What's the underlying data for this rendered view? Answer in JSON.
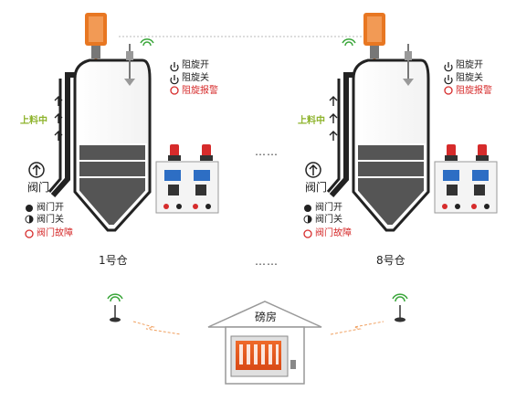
{
  "silos": [
    {
      "name": "1号仓",
      "feeding": "上料中",
      "valve": "阀门",
      "valve_open": "阀门开",
      "valve_close": "阀门关",
      "valve_fault": "阀门故障",
      "rotary_open": "阻旋开",
      "rotary_close": "阻旋关",
      "rotary_alarm": "阻旋报警"
    },
    {
      "name": "8号仓",
      "feeding": "上料中",
      "valve": "阀门",
      "valve_open": "阀门开",
      "valve_close": "阀门关",
      "valve_fault": "阀门故障",
      "rotary_open": "阻旋开",
      "rotary_close": "阻旋关",
      "rotary_alarm": "阻旋报警"
    }
  ],
  "ellipsis": "……",
  "weighhouse": "磅房",
  "colors": {
    "accent_orange": "#e87722",
    "alarm_red": "#d62b2b",
    "feeding_green": "#8db32b",
    "wireless_green": "#3aa63a"
  }
}
